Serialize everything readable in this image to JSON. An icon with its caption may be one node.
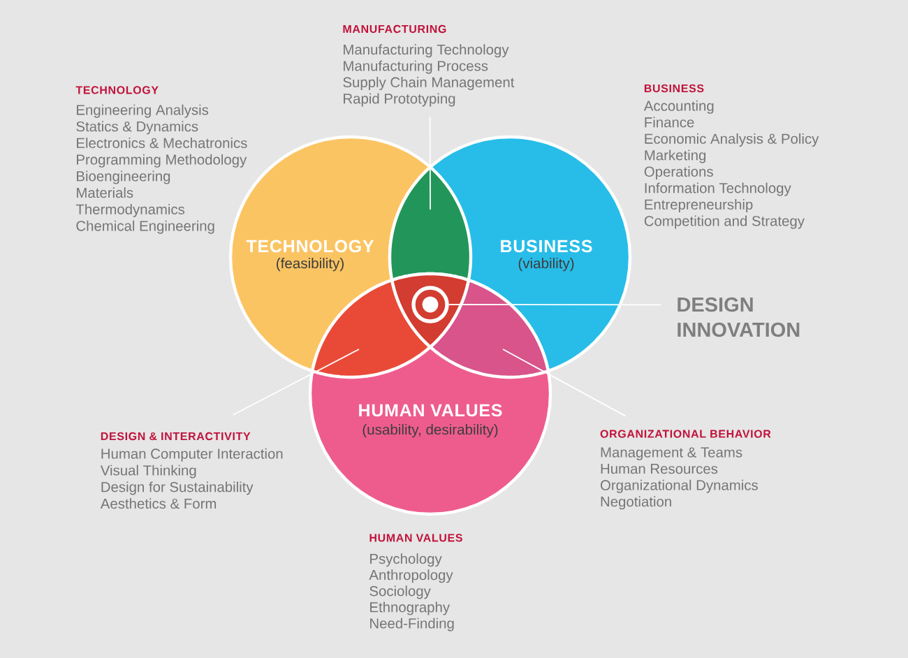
{
  "diagram": {
    "nodes": [
      {
        "text": [
          "MANUFACTURING",
          "Manufacturing Technology",
          "Manufacturing Process",
          "Supply Chain Management",
          "Rapid Prototyping"
        ]
      },
      {
        "text": [
          "TECHNOLOGY",
          "(feasibility)"
        ]
      },
      {
        "text": [
          "BUSINESS",
          "(viability)"
        ]
      },
      {
        "text": [],
        "shape": "lens"
      },
      {
        "text": [],
        "shape": "triangle"
      },
      {
        "text": [],
        "shape": "target",
        "in": 4
      },
      {
        "text": [
          "DESIGN INNOVATION"
        ]
      },
      {
        "text": [],
        "shape": "lens"
      },
      {
        "text": [],
        "shape": "lens"
      },
      {
        "text": [
          "HUMAN VALUES",
          "(usability, desirability)"
        ]
      },
      {
        "text": [
          "DESIGN & INTERACTIVITY",
          "Human Computer Interaction",
          "Visual Thinking",
          "Design for Sustainability",
          "Aesthetics & Form"
        ]
      },
      {
        "text": [
          "ORGANIZATIONAL BEHAVIOR",
          "Management & Teams",
          "Human Resources",
          "Organizational Dynamics",
          "Negotiation"
        ]
      }
    ],
    "edges": [
      {
        "from": 0,
        "to": 3,
        "arrow": "none"
      },
      {
        "from": 6,
        "to": 5,
        "arrow": "none"
      },
      {
        "from": 10,
        "to": 7,
        "arrow": "none"
      },
      {
        "from": 11,
        "to": 8,
        "arrow": "none"
      }
    ],
    "labels": [
      "TECHNOLOGY",
      "Engineering Analysis",
      "Statics & Dynamics",
      "Electronics & Mechatronics",
      "Programming Methodology",
      "Bioengineering",
      "Materials",
      "Thermodynamics",
      "Chemical Engineering",
      "BUSINESS",
      "Accounting",
      "Finance",
      "Economic Analysis & Policy",
      "Marketing",
      "Operations",
      "Information Technology",
      "Entrepreneurship",
      "Competition and Strategy",
      "HUMAN VALUES",
      "Psychology",
      "Anthropology",
      "Sociology",
      "Ethnography",
      "Need-Finding"
    ]
  }
}
